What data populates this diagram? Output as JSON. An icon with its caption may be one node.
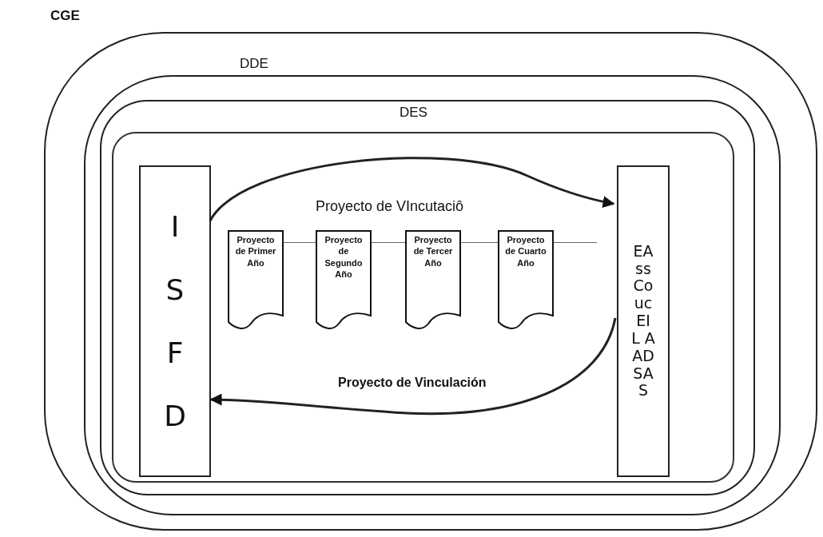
{
  "diagram": {
    "nodes": [
      {
        "text": [
          "CGE"
        ]
      },
      {
        "text": [
          "DDE"
        ],
        "in": 0
      },
      {
        "text": [
          "DES"
        ],
        "in": 1
      },
      {
        "text": [],
        "shape": "box",
        "in": 2
      },
      {
        "text": [
          "I S F D"
        ],
        "in": 3
      },
      {
        "text": [
          "EA ss Co uc EI L A AD SA S"
        ],
        "in": 3
      },
      {
        "text": [
          "Proyecto de Primer Año"
        ],
        "in": 3
      },
      {
        "text": [
          "Proyecto de Segundo Año"
        ],
        "in": 3
      },
      {
        "text": [
          "Proyecto de Tercer Año"
        ],
        "in": 3
      },
      {
        "text": [
          "Proyecto de Cuarto Año"
        ],
        "in": 3
      }
    ],
    "edges": [
      {
        "from": 4,
        "to": 5,
        "arrow": "to",
        "label": "Proyecto de VIncutaciô"
      },
      {
        "from": 5,
        "to": 4,
        "arrow": "to",
        "label": "Proyecto de Vinculación"
      }
    ]
  }
}
